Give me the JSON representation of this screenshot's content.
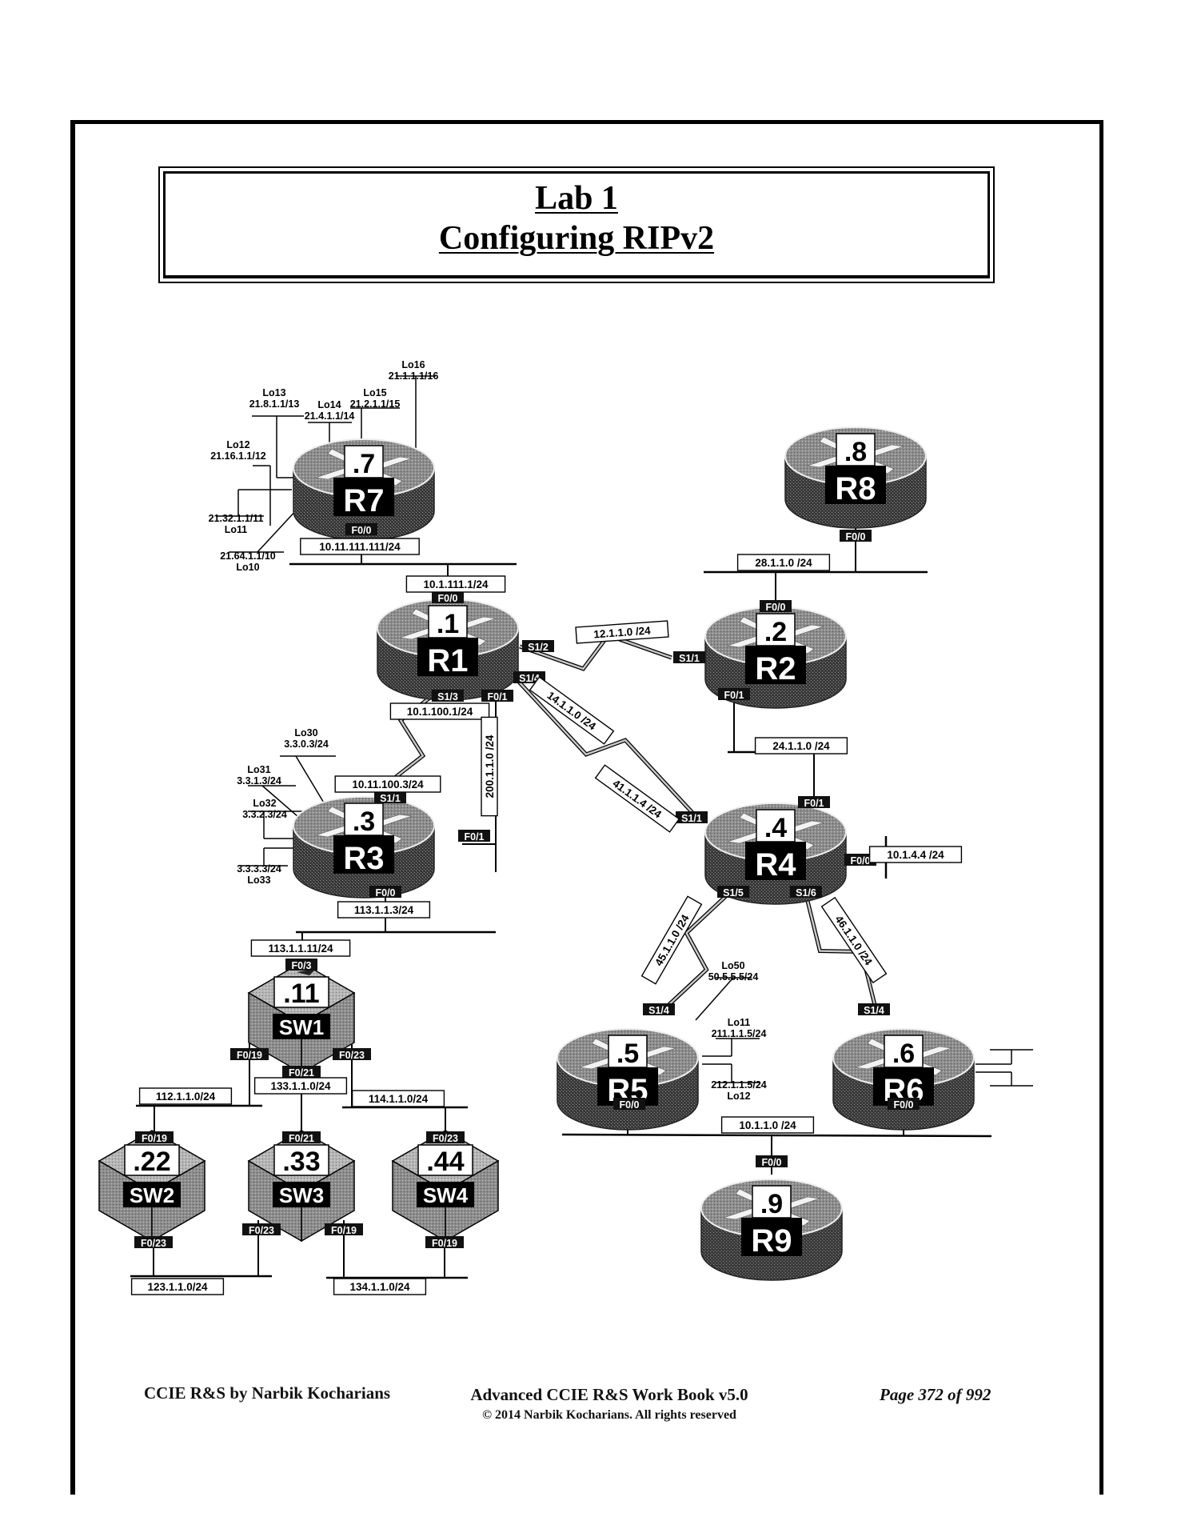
{
  "header": {
    "title_line1": "Lab 1",
    "title_line2": "Configuring RIPv2"
  },
  "footer": {
    "left": "CCIE R&S by Narbik Kocharians",
    "center": "Advanced CCIE R&S Work Book v5.0",
    "copyright": "© 2014 Narbik Kocharians. All rights reserved",
    "page": "Page 372 of 992"
  },
  "devices": [
    {
      "id": "R7",
      "type": "router",
      "label": "R7",
      "host": ".7"
    },
    {
      "id": "R8",
      "type": "router",
      "label": "R8",
      "host": ".8"
    },
    {
      "id": "R1",
      "type": "router",
      "label": "R1",
      "host": ".1"
    },
    {
      "id": "R2",
      "type": "router",
      "label": "R2",
      "host": ".2"
    },
    {
      "id": "R3",
      "type": "router",
      "label": "R3",
      "host": ".3"
    },
    {
      "id": "R4",
      "type": "router",
      "label": "R4",
      "host": ".4"
    },
    {
      "id": "R5",
      "type": "router",
      "label": "R5",
      "host": ".5"
    },
    {
      "id": "R6",
      "type": "router",
      "label": "R6",
      "host": ".6"
    },
    {
      "id": "R9",
      "type": "router",
      "label": "R9",
      "host": ".9"
    },
    {
      "id": "SW1",
      "type": "switch",
      "label": "SW1",
      "host": ".11"
    },
    {
      "id": "SW2",
      "type": "switch",
      "label": "SW2",
      "host": ".22"
    },
    {
      "id": "SW3",
      "type": "switch",
      "label": "SW3",
      "host": ".33"
    },
    {
      "id": "SW4",
      "type": "switch",
      "label": "SW4",
      "host": ".44"
    }
  ],
  "interfaces": [
    {
      "id": "r7-f00",
      "text": "F0/0"
    },
    {
      "id": "r1-f00",
      "text": "F0/0"
    },
    {
      "id": "r8-f00",
      "text": "F0/0"
    },
    {
      "id": "r2-f00",
      "text": "F0/0"
    },
    {
      "id": "r1-s12",
      "text": "S1/2"
    },
    {
      "id": "r2-s11",
      "text": "S1/1"
    },
    {
      "id": "r1-s14",
      "text": "S1/4"
    },
    {
      "id": "r1-s13",
      "text": "S1/3"
    },
    {
      "id": "r1-f01",
      "text": "F0/1"
    },
    {
      "id": "r2-f01",
      "text": "F0/1"
    },
    {
      "id": "r3-s11",
      "text": "S1/1"
    },
    {
      "id": "r3-f01",
      "text": "F0/1"
    },
    {
      "id": "r3-f00",
      "text": "F0/0"
    },
    {
      "id": "r4-s11",
      "text": "S1/1"
    },
    {
      "id": "r4-f01",
      "text": "F0/1"
    },
    {
      "id": "r4-f00",
      "text": "F0/0"
    },
    {
      "id": "r4-s15",
      "text": "S1/5"
    },
    {
      "id": "r4-s16",
      "text": "S1/6"
    },
    {
      "id": "r5-s14",
      "text": "S1/4"
    },
    {
      "id": "r6-s14",
      "text": "S1/4"
    },
    {
      "id": "r5-f00",
      "text": "F0/0"
    },
    {
      "id": "r6-f00",
      "text": "F0/0"
    },
    {
      "id": "r9-f00",
      "text": "F0/0"
    },
    {
      "id": "sw1-f03",
      "text": "F0/3"
    },
    {
      "id": "sw1-f019",
      "text": "F0/19"
    },
    {
      "id": "sw1-f021",
      "text": "F0/21"
    },
    {
      "id": "sw1-f023",
      "text": "F0/23"
    },
    {
      "id": "sw2-f019",
      "text": "F0/19"
    },
    {
      "id": "sw2-f023",
      "text": "F0/23"
    },
    {
      "id": "sw3-f021",
      "text": "F0/21"
    },
    {
      "id": "sw3-f023",
      "text": "F0/23"
    },
    {
      "id": "sw3-f019",
      "text": "F0/19"
    },
    {
      "id": "sw4-f023",
      "text": "F0/23"
    },
    {
      "id": "sw4-f019",
      "text": "F0/19"
    }
  ],
  "subnets": [
    {
      "id": "r7-ip",
      "text": "10.11.111.111/24"
    },
    {
      "id": "r1-f00-ip",
      "text": "10.1.111.1/24"
    },
    {
      "id": "net-28",
      "text": "28.1.1.0 /24"
    },
    {
      "id": "net-12",
      "text": "12.1.1.0 /24"
    },
    {
      "id": "net-14",
      "text": "14.1.1.0 /24"
    },
    {
      "id": "r4-s11-ip",
      "text": "41.1.1.4 /24"
    },
    {
      "id": "r1-s13-ip",
      "text": "10.1.100.1/24"
    },
    {
      "id": "net-200",
      "text": "200.1.1.0 /24"
    },
    {
      "id": "net-24",
      "text": "24.1.1.0 /24"
    },
    {
      "id": "r3-s11-ip",
      "text": "10.11.100.3/24"
    },
    {
      "id": "r4-f00-ip",
      "text": "10.1.4.4 /24"
    },
    {
      "id": "r3-f00-ip",
      "text": "113.1.1.3/24"
    },
    {
      "id": "sw1-f03-ip",
      "text": "113.1.1.11/24"
    },
    {
      "id": "net-45",
      "text": "45.1.1.0 /24"
    },
    {
      "id": "net-46",
      "text": "46.1.1.0 /24"
    },
    {
      "id": "net-112",
      "text": "112.1.1.0/24"
    },
    {
      "id": "net-133",
      "text": "133.1.1.0/24"
    },
    {
      "id": "net-114",
      "text": "114.1.1.0/24"
    },
    {
      "id": "net-10-1-1",
      "text": "10.1.1.0 /24"
    },
    {
      "id": "net-123",
      "text": "123.1.1.0/24"
    },
    {
      "id": "net-134",
      "text": "134.1.1.0/24"
    }
  ],
  "loopbacks": [
    {
      "id": "r7-lo16",
      "name": "Lo16",
      "ip": "21.1.1.1/16"
    },
    {
      "id": "r7-lo15",
      "name": "Lo15",
      "ip": "21.2.1.1/15"
    },
    {
      "id": "r7-lo14",
      "name": "Lo14",
      "ip": "21.4.1.1/14"
    },
    {
      "id": "r7-lo13",
      "name": "Lo13",
      "ip": "21.8.1.1/13"
    },
    {
      "id": "r7-lo12",
      "name": "Lo12",
      "ip": "21.16.1.1/12"
    },
    {
      "id": "r7-lo11",
      "name": "Lo11",
      "ip": "21.32.1.1/11"
    },
    {
      "id": "r7-lo10",
      "name": "Lo10",
      "ip": "21.64.1.1/10"
    },
    {
      "id": "r3-lo30",
      "name": "Lo30",
      "ip": "3.3.0.3/24"
    },
    {
      "id": "r3-lo31",
      "name": "Lo31",
      "ip": "3.3.1.3/24"
    },
    {
      "id": "r3-lo32",
      "name": "Lo32",
      "ip": "3.3.2.3/24"
    },
    {
      "id": "r3-lo33",
      "name": "Lo33",
      "ip": "3.3.3.3/24"
    },
    {
      "id": "r5-lo50",
      "name": "Lo50",
      "ip": "50.5.5.5/24"
    },
    {
      "id": "r5-lo11",
      "name": "Lo11",
      "ip": "211.1.1.5/24"
    },
    {
      "id": "r5-lo12",
      "name": "Lo12",
      "ip": "212.1.1.5/24"
    }
  ]
}
